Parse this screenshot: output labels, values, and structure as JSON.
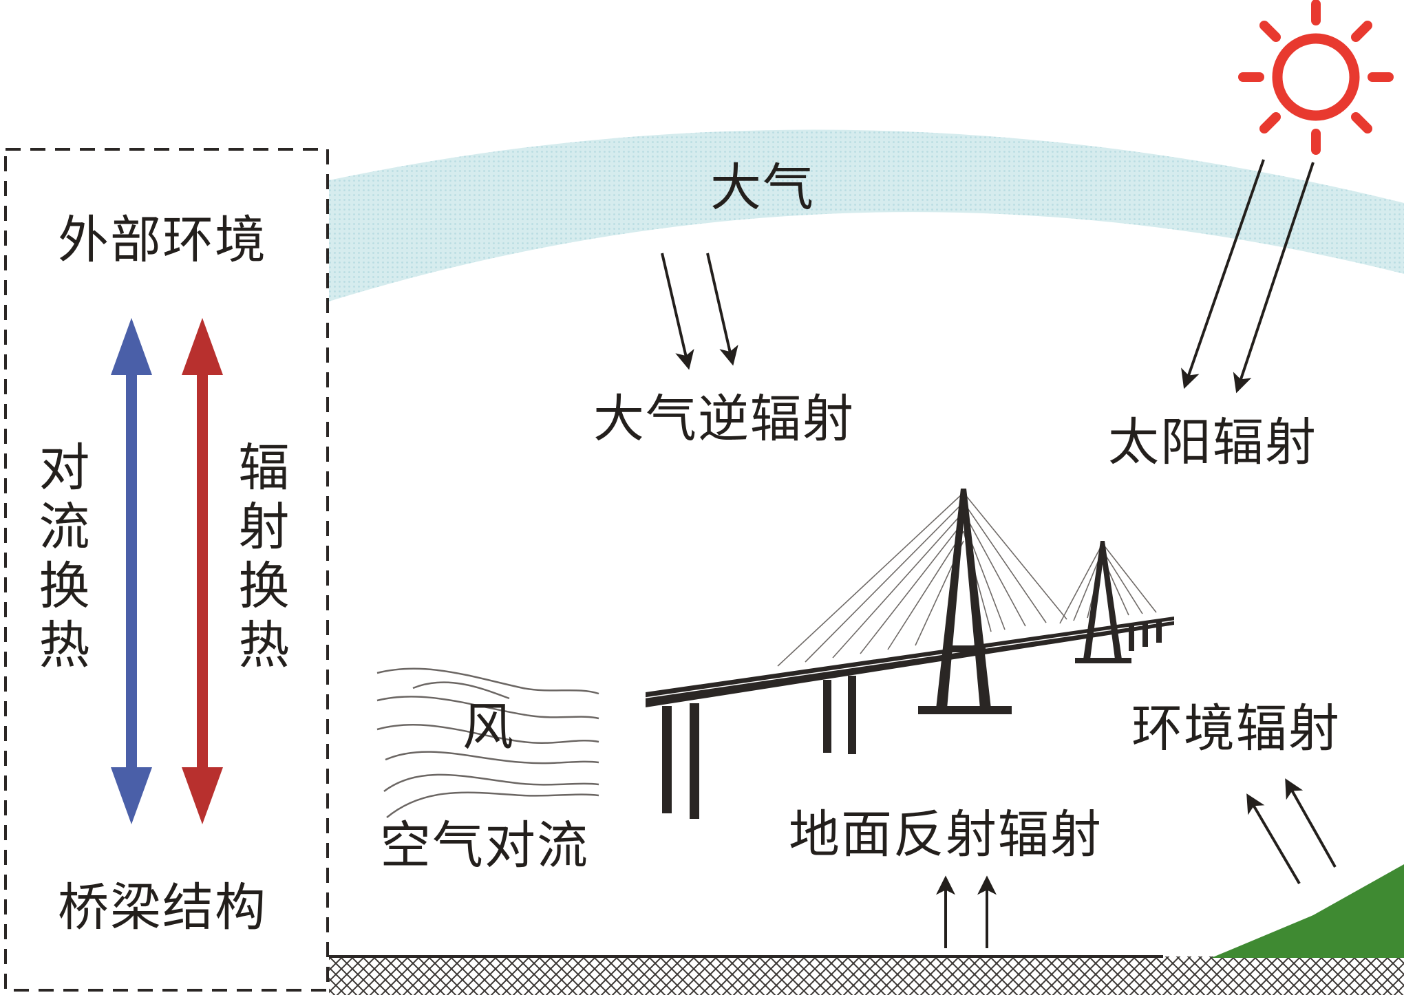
{
  "left_panel": {
    "top_label": "外部环境",
    "bottom_label": "桥梁结构",
    "convection_label": "对流换热",
    "radiation_label": "辐射换热",
    "convection_color": "#4a5fa8",
    "radiation_color": "#b8302e"
  },
  "scene": {
    "atmosphere_label": "大气",
    "atmospheric_counter_radiation": "大气逆辐射",
    "solar_radiation": "太阳辐射",
    "wind_label": "风",
    "air_convection": "空气对流",
    "ground_reflected_radiation": "地面反射辐射",
    "environment_radiation": "环境辐射"
  },
  "colors": {
    "sun": "#e8392f",
    "atmosphere": "#cfe7ea",
    "hill": "#3f8a32",
    "arrow": "#231f1c",
    "bridge": "#2a2624"
  },
  "icons": [
    "sun-icon",
    "bridge-icon",
    "wind-lines-icon",
    "hill-icon",
    "ground-hatch-icon"
  ]
}
